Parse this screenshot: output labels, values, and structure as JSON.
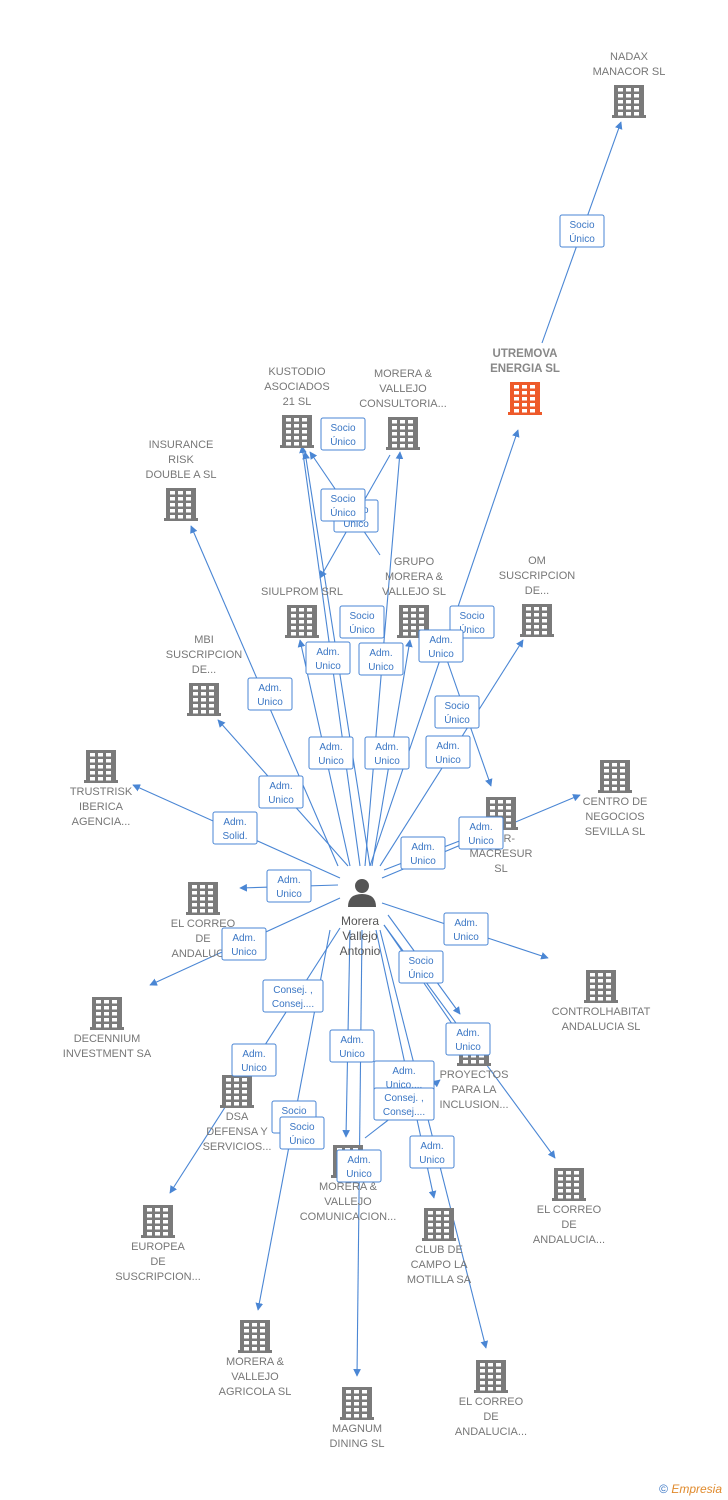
{
  "colors": {
    "edge": "#4a86d4",
    "building": "#7a7a7a",
    "highlight": "#ee5a2a",
    "person": "#555555"
  },
  "center": {
    "id": "morera",
    "label": [
      "Morera",
      "Vallejo",
      "Antonio"
    ],
    "icon": "person-icon"
  },
  "nodes": [
    {
      "id": "nadax",
      "label": [
        "NADAX",
        "MANACOR  SL"
      ]
    },
    {
      "id": "utremova",
      "label": [
        "UTREMOVA",
        "ENERGIA  SL"
      ],
      "highlight": true
    },
    {
      "id": "kustodio",
      "label": [
        "KUSTODIO",
        "ASOCIADOS",
        "21 SL"
      ]
    },
    {
      "id": "moreraconsult",
      "label": [
        "MORERA &",
        "VALLEJO",
        "CONSULTORIA..."
      ]
    },
    {
      "id": "insurance",
      "label": [
        "INSURANCE",
        "RISK",
        "DOUBLE A SL"
      ]
    },
    {
      "id": "siulprom",
      "label": [
        "SIULPROM SRL"
      ]
    },
    {
      "id": "grupomorera",
      "label": [
        "GRUPO",
        "MORERA &",
        "VALLEJO SL"
      ]
    },
    {
      "id": "omsuscr",
      "label": [
        "OM",
        "SUSCRIPCION",
        "DE..."
      ]
    },
    {
      "id": "mbisuscr",
      "label": [
        "MBI",
        "SUSCRIPCION",
        "DE..."
      ]
    },
    {
      "id": "trustrisk",
      "label": [
        "TRUSTRISK",
        "IBERICA",
        "AGENCIA..."
      ]
    },
    {
      "id": "centroneg",
      "label": [
        "CENTRO DE",
        "NEGOCIOS",
        "SEVILLA  SL"
      ]
    },
    {
      "id": "mermacresur",
      "label": [
        "MER-",
        "MACRESUR",
        "SL"
      ]
    },
    {
      "id": "elcorreo1",
      "label": [
        "EL CORREO",
        "DE",
        "ANDALUCIA"
      ]
    },
    {
      "id": "controlhab",
      "label": [
        "CONTROLHABITAT",
        "ANDALUCIA  SL"
      ]
    },
    {
      "id": "decennium",
      "label": [
        "DECENNIUM",
        "INVESTMENT SA"
      ]
    },
    {
      "id": "proyectos",
      "label": [
        "PROYECTOS",
        "PARA LA",
        "INCLUSION..."
      ]
    },
    {
      "id": "dsa",
      "label": [
        "DSA",
        "DEFENSA Y",
        "SERVICIOS..."
      ]
    },
    {
      "id": "moreracom",
      "label": [
        "MORERA &",
        "VALLEJO",
        "COMUNICACION..."
      ]
    },
    {
      "id": "elcorreo2",
      "label": [
        "EL CORREO",
        "DE",
        "ANDALUCIA..."
      ]
    },
    {
      "id": "clubcampo",
      "label": [
        "CLUB DE",
        "CAMPO LA",
        "MOTILLA SA"
      ]
    },
    {
      "id": "europea",
      "label": [
        "EUROPEA",
        "DE",
        "SUSCRIPCION..."
      ]
    },
    {
      "id": "moreraagri",
      "label": [
        "MORERA &",
        "VALLEJO",
        "AGRICOLA  SL"
      ]
    },
    {
      "id": "elcorreo3",
      "label": [
        "EL CORREO",
        "DE",
        "ANDALUCIA..."
      ]
    },
    {
      "id": "magnum",
      "label": [
        "MAGNUM",
        "DINING  SL"
      ]
    }
  ],
  "edge_labels": [
    {
      "id": "l01",
      "lines": [
        "Socio",
        "Único"
      ]
    },
    {
      "id": "l02",
      "lines": [
        "Socio",
        "Único"
      ]
    },
    {
      "id": "l03",
      "lines": [
        "Socio",
        "Único"
      ]
    },
    {
      "id": "l04",
      "lines": [
        "Socio",
        "Único"
      ]
    },
    {
      "id": "l05",
      "lines": [
        "Socio",
        "Único"
      ]
    },
    {
      "id": "l06",
      "lines": [
        "Socio",
        "Único"
      ]
    },
    {
      "id": "l07",
      "lines": [
        "Adm.",
        "Unico"
      ]
    },
    {
      "id": "l08",
      "lines": [
        "Adm.",
        "Unico"
      ]
    },
    {
      "id": "l09",
      "lines": [
        "Adm.",
        "Unico"
      ]
    },
    {
      "id": "l10",
      "lines": [
        "Adm.",
        "Unico"
      ]
    },
    {
      "id": "l11",
      "lines": [
        "Socio",
        "Único"
      ]
    },
    {
      "id": "l12",
      "lines": [
        "Adm.",
        "Unico"
      ]
    },
    {
      "id": "l13",
      "lines": [
        "Adm.",
        "Unico"
      ]
    },
    {
      "id": "l14",
      "lines": [
        "Adm.",
        "Unico"
      ]
    },
    {
      "id": "l15",
      "lines": [
        "Adm.",
        "Unico"
      ]
    },
    {
      "id": "l16",
      "lines": [
        "Adm.",
        "Unico"
      ]
    },
    {
      "id": "l17",
      "lines": [
        "Adm.",
        "Solid."
      ]
    },
    {
      "id": "l18",
      "lines": [
        "Adm.",
        "Unico"
      ]
    },
    {
      "id": "l19",
      "lines": [
        "Adm.",
        "Unico"
      ]
    },
    {
      "id": "l20",
      "lines": [
        "Adm.",
        "Unico"
      ]
    },
    {
      "id": "l21",
      "lines": [
        "Adm.",
        "Unico"
      ]
    },
    {
      "id": "l22",
      "lines": [
        "Socio",
        "Único"
      ]
    },
    {
      "id": "l23",
      "lines": [
        "Adm.",
        "Unico"
      ]
    },
    {
      "id": "l24",
      "lines": [
        "Consej. ,",
        "Consej...."
      ]
    },
    {
      "id": "l25",
      "lines": [
        "Adm.",
        "Unico"
      ]
    },
    {
      "id": "l26",
      "lines": [
        "Adm.",
        "Unico"
      ]
    },
    {
      "id": "l27",
      "lines": [
        "Adm.",
        "Unico,..."
      ]
    },
    {
      "id": "l28",
      "lines": [
        "Consej. ,",
        "Consej...."
      ]
    },
    {
      "id": "l29",
      "lines": [
        "Socio",
        "Único"
      ]
    },
    {
      "id": "l30",
      "lines": [
        "Socio",
        "Único"
      ]
    },
    {
      "id": "l31",
      "lines": [
        "Adm.",
        "Unico"
      ]
    },
    {
      "id": "l32",
      "lines": [
        "Adm.",
        "Unico"
      ]
    },
    {
      "id": "l33",
      "lines": [
        "Socio",
        "Único"
      ]
    }
  ],
  "footer": {
    "copyright": "©",
    "brand": "Empresia"
  }
}
